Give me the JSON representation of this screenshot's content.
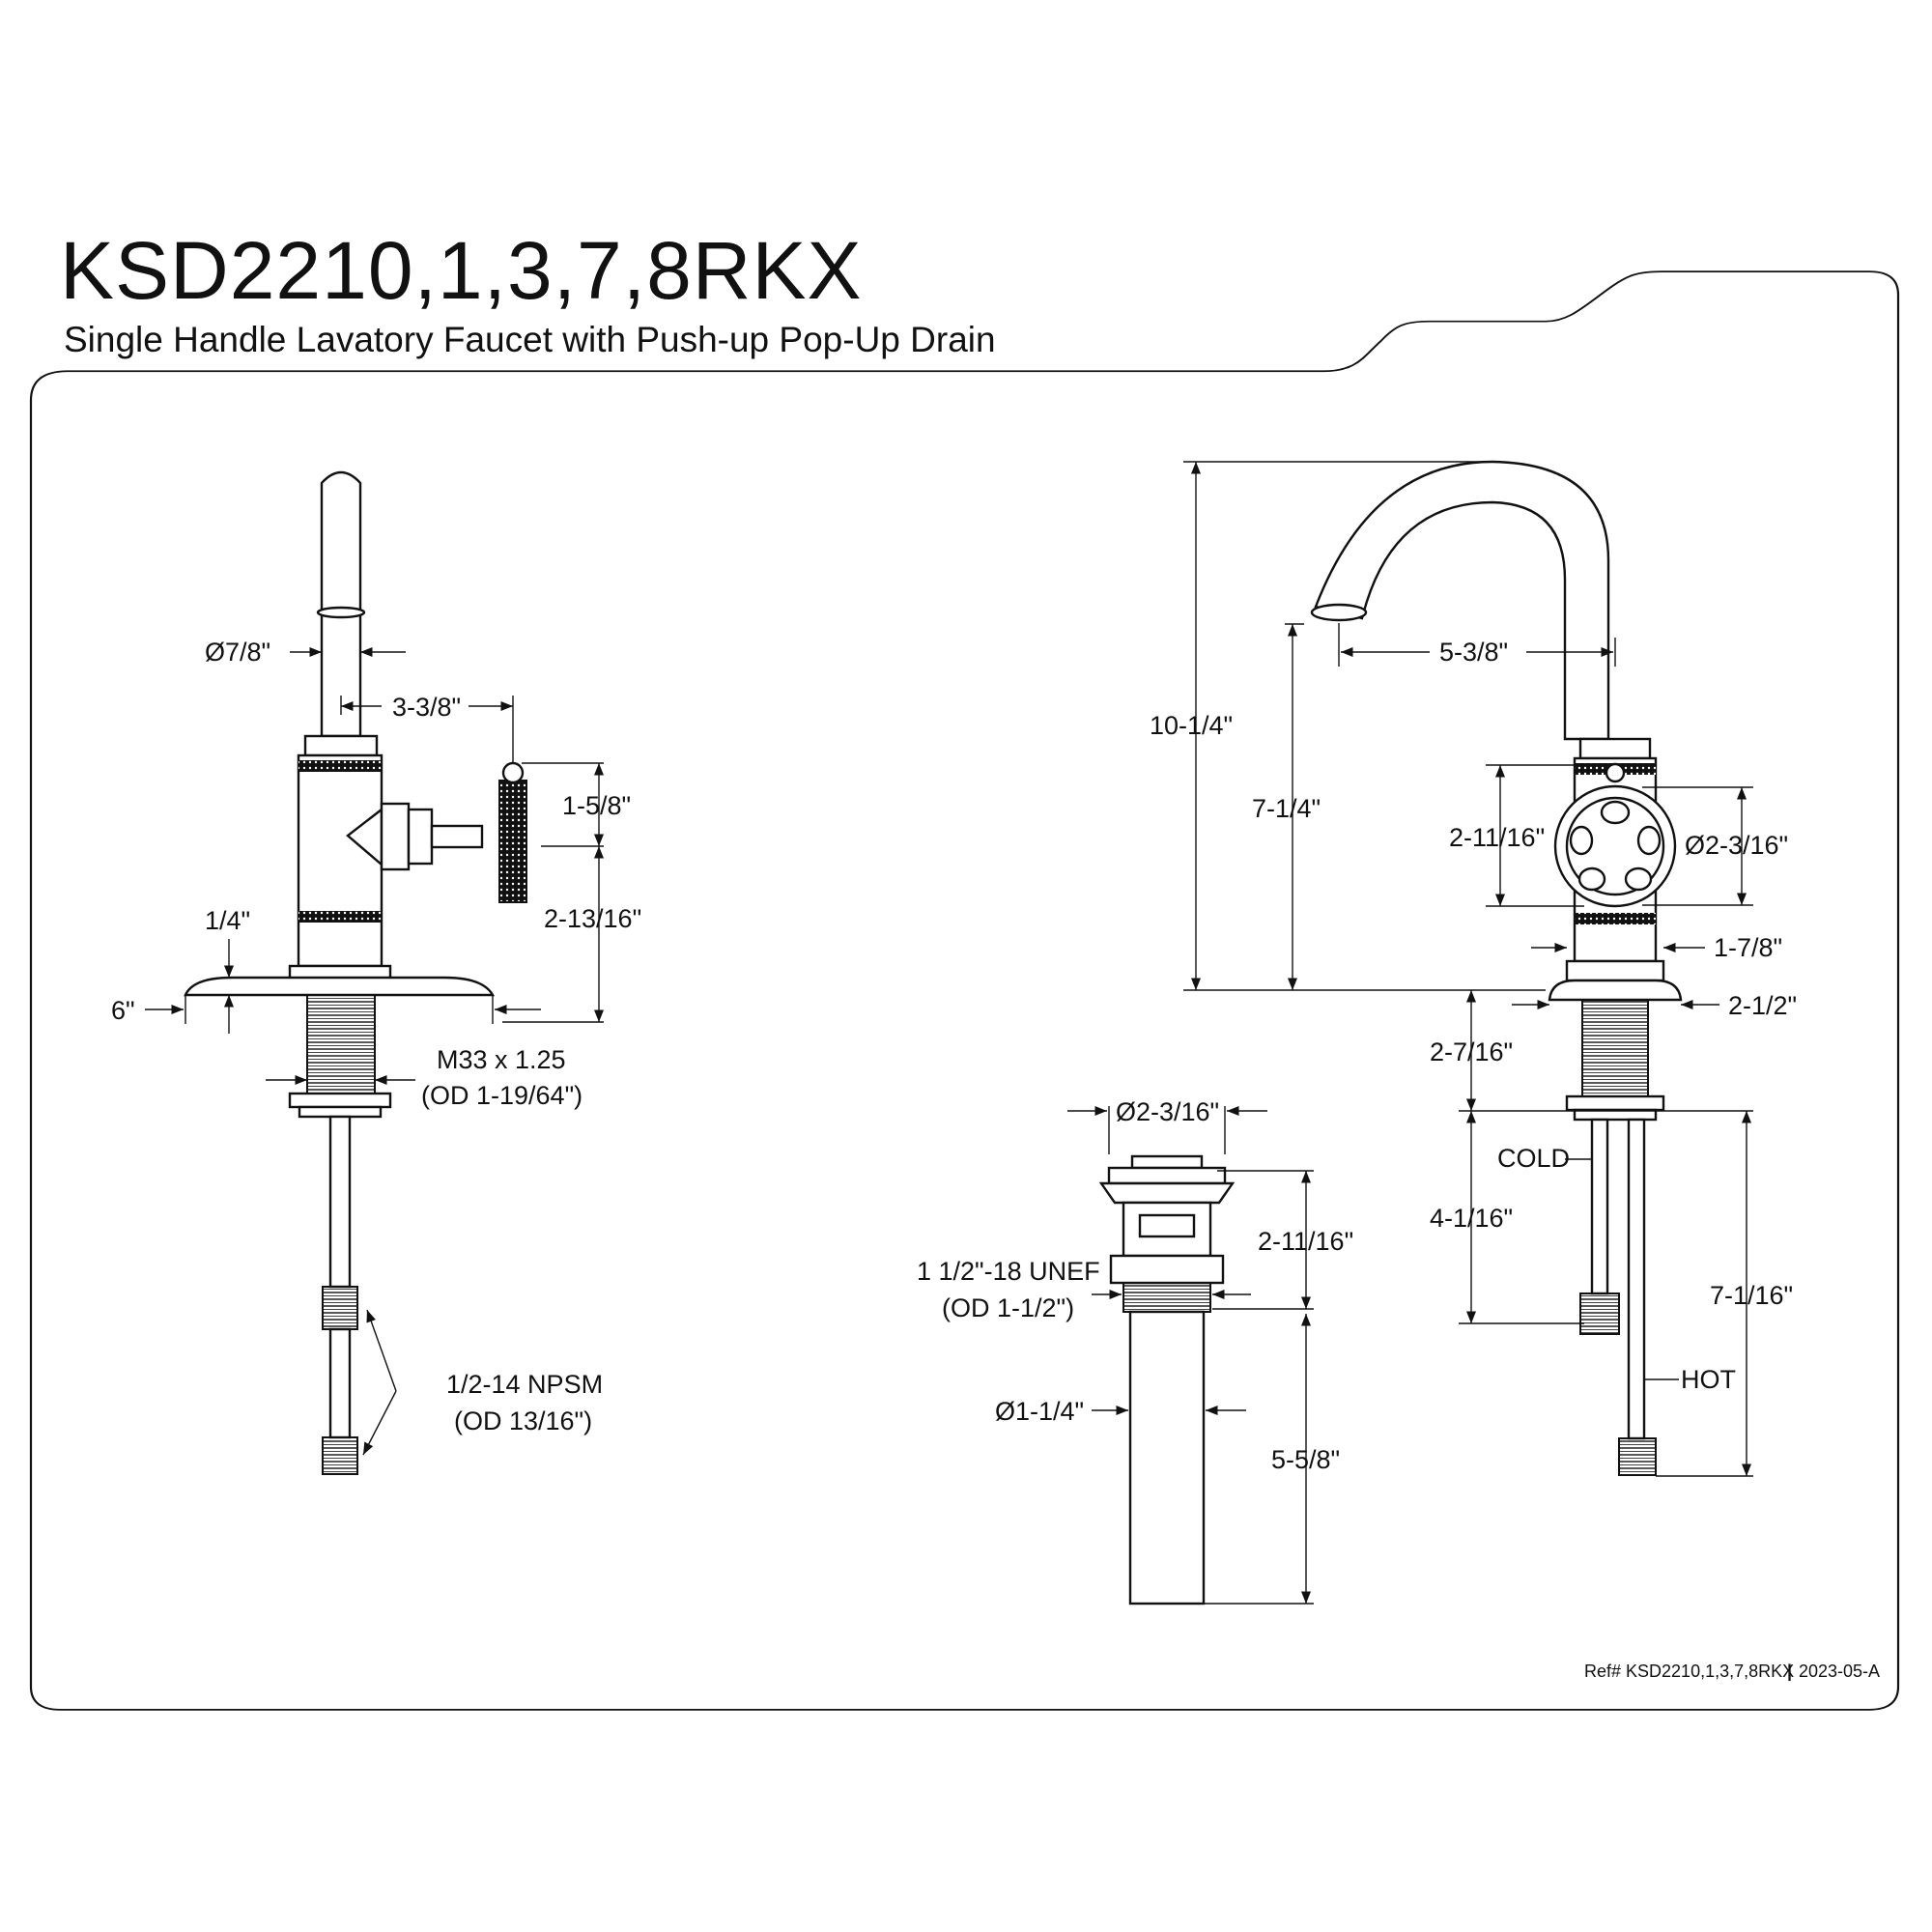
{
  "header": {
    "title": "KSD2210,1,3,7,8RKX",
    "subtitle": "Single Handle Lavatory Faucet with Push-up Pop-Up Drain"
  },
  "side_view": {
    "d_spout": "Ø7/8\"",
    "handle_offset": "3-3/8\"",
    "handle_height": "1-5/8\"",
    "handle_center_height": "2-13/16\"",
    "plate_thickness": "1/4\"",
    "plate_width": "6\"",
    "shank_thread": "M33 x 1.25",
    "shank_od": "(OD 1-19/64\")",
    "supply_thread": "1/2-14 NPSM",
    "supply_od": "(OD 13/16\")"
  },
  "front_view": {
    "overall_height": "10-1/4\"",
    "spout_clearance": "7-1/4\"",
    "spout_reach": "5-3/8\"",
    "handle_height": "2-11/16\"",
    "handle_diameter": "Ø2-3/16\"",
    "base_diameter": "1-7/8\"",
    "flange_width": "2-1/2\"",
    "shank_length": "2-7/16\"",
    "cold_label": "COLD",
    "cold_length": "4-1/16\"",
    "hot_length": "7-1/16\"",
    "hot_label": "HOT"
  },
  "drain_view": {
    "flange_diameter": "Ø2-3/16\"",
    "body_height": "2-11/16\"",
    "thread": "1 1/2\"-18 UNEF",
    "thread_od": "(OD 1-1/2\")",
    "tailpiece_diameter": "Ø1-1/4\"",
    "tailpiece_length": "5-5/8\""
  },
  "footer": {
    "ref": "Ref# KSD2210,1,3,7,8RKX",
    "separator": "|",
    "revision": "2023-05-A"
  }
}
